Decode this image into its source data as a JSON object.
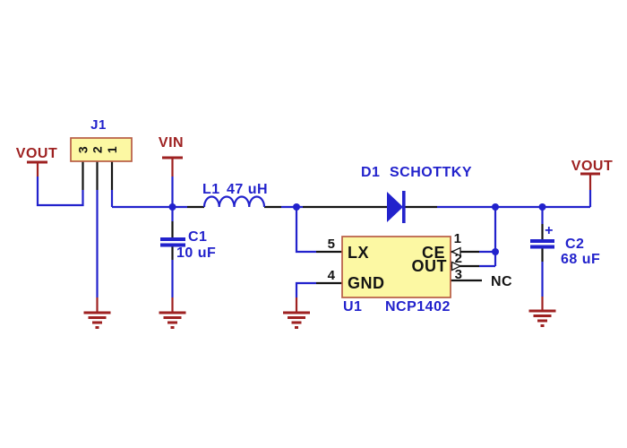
{
  "colors": {
    "wire": "#2222cc",
    "pin": "#141414",
    "supply": "#9e2121",
    "label_blue": "#2222cc",
    "text_black": "#141414",
    "part_fill": "#fcf8a3",
    "part_border": "#b85c44"
  },
  "nets": {
    "vout_left": "VOUT",
    "vin": "VIN",
    "vout_right": "VOUT"
  },
  "components": {
    "j1": {
      "name": "J1",
      "pin_numbers": [
        "3",
        "2",
        "1"
      ]
    },
    "l1": {
      "name": "L1",
      "value": "47 uH"
    },
    "c1": {
      "name": "C1",
      "value": "10 uF"
    },
    "d1": {
      "name": "D1",
      "value": "SCHOTTKY"
    },
    "u1": {
      "name": "U1",
      "value": "NCP1402",
      "pins": {
        "lx": "LX",
        "gnd": "GND",
        "ce": "CE",
        "out": "OUT"
      },
      "pin_numbers": {
        "lx": "5",
        "gnd": "4",
        "ce": "1",
        "out": "2",
        "nc": "3"
      },
      "nc_label": "NC"
    },
    "c2": {
      "name": "C2",
      "value": "68 uF",
      "polarity": "+"
    }
  }
}
